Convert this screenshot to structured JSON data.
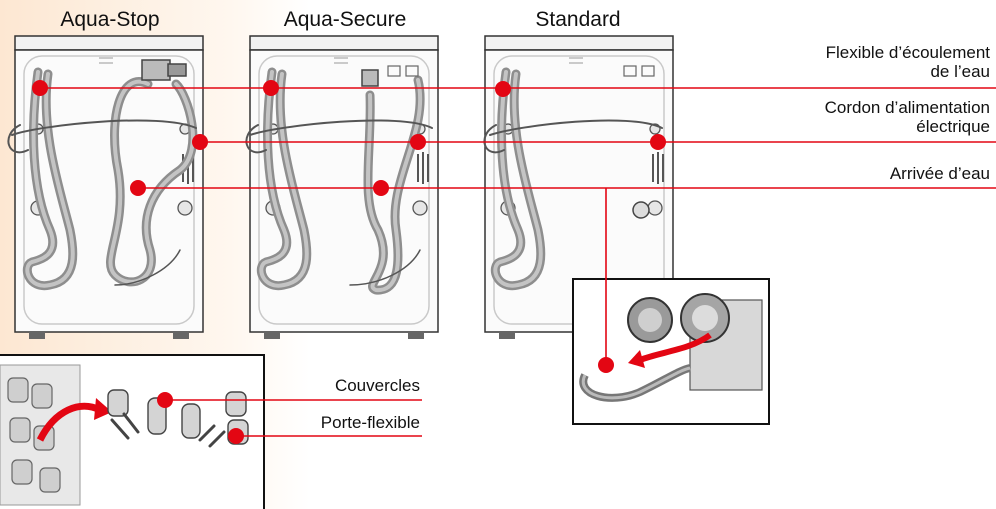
{
  "machines": [
    {
      "title": "Aqua-Stop"
    },
    {
      "title": "Aqua-Secure"
    },
    {
      "title": "Standard"
    }
  ],
  "callouts": {
    "drain": {
      "line1": "Flexible d’écoulement",
      "line2": "de l’eau"
    },
    "power": {
      "line1": "Cordon d’alimentation",
      "line2": "électrique"
    },
    "inlet": {
      "text": "Arrivée d’eau"
    },
    "covers": {
      "text": "Couvercles"
    },
    "holder": {
      "text": "Porte-flexible"
    }
  },
  "colors": {
    "accent": "#e30613",
    "hose": "#8e8e8e",
    "frame": "#3a3a3a"
  }
}
